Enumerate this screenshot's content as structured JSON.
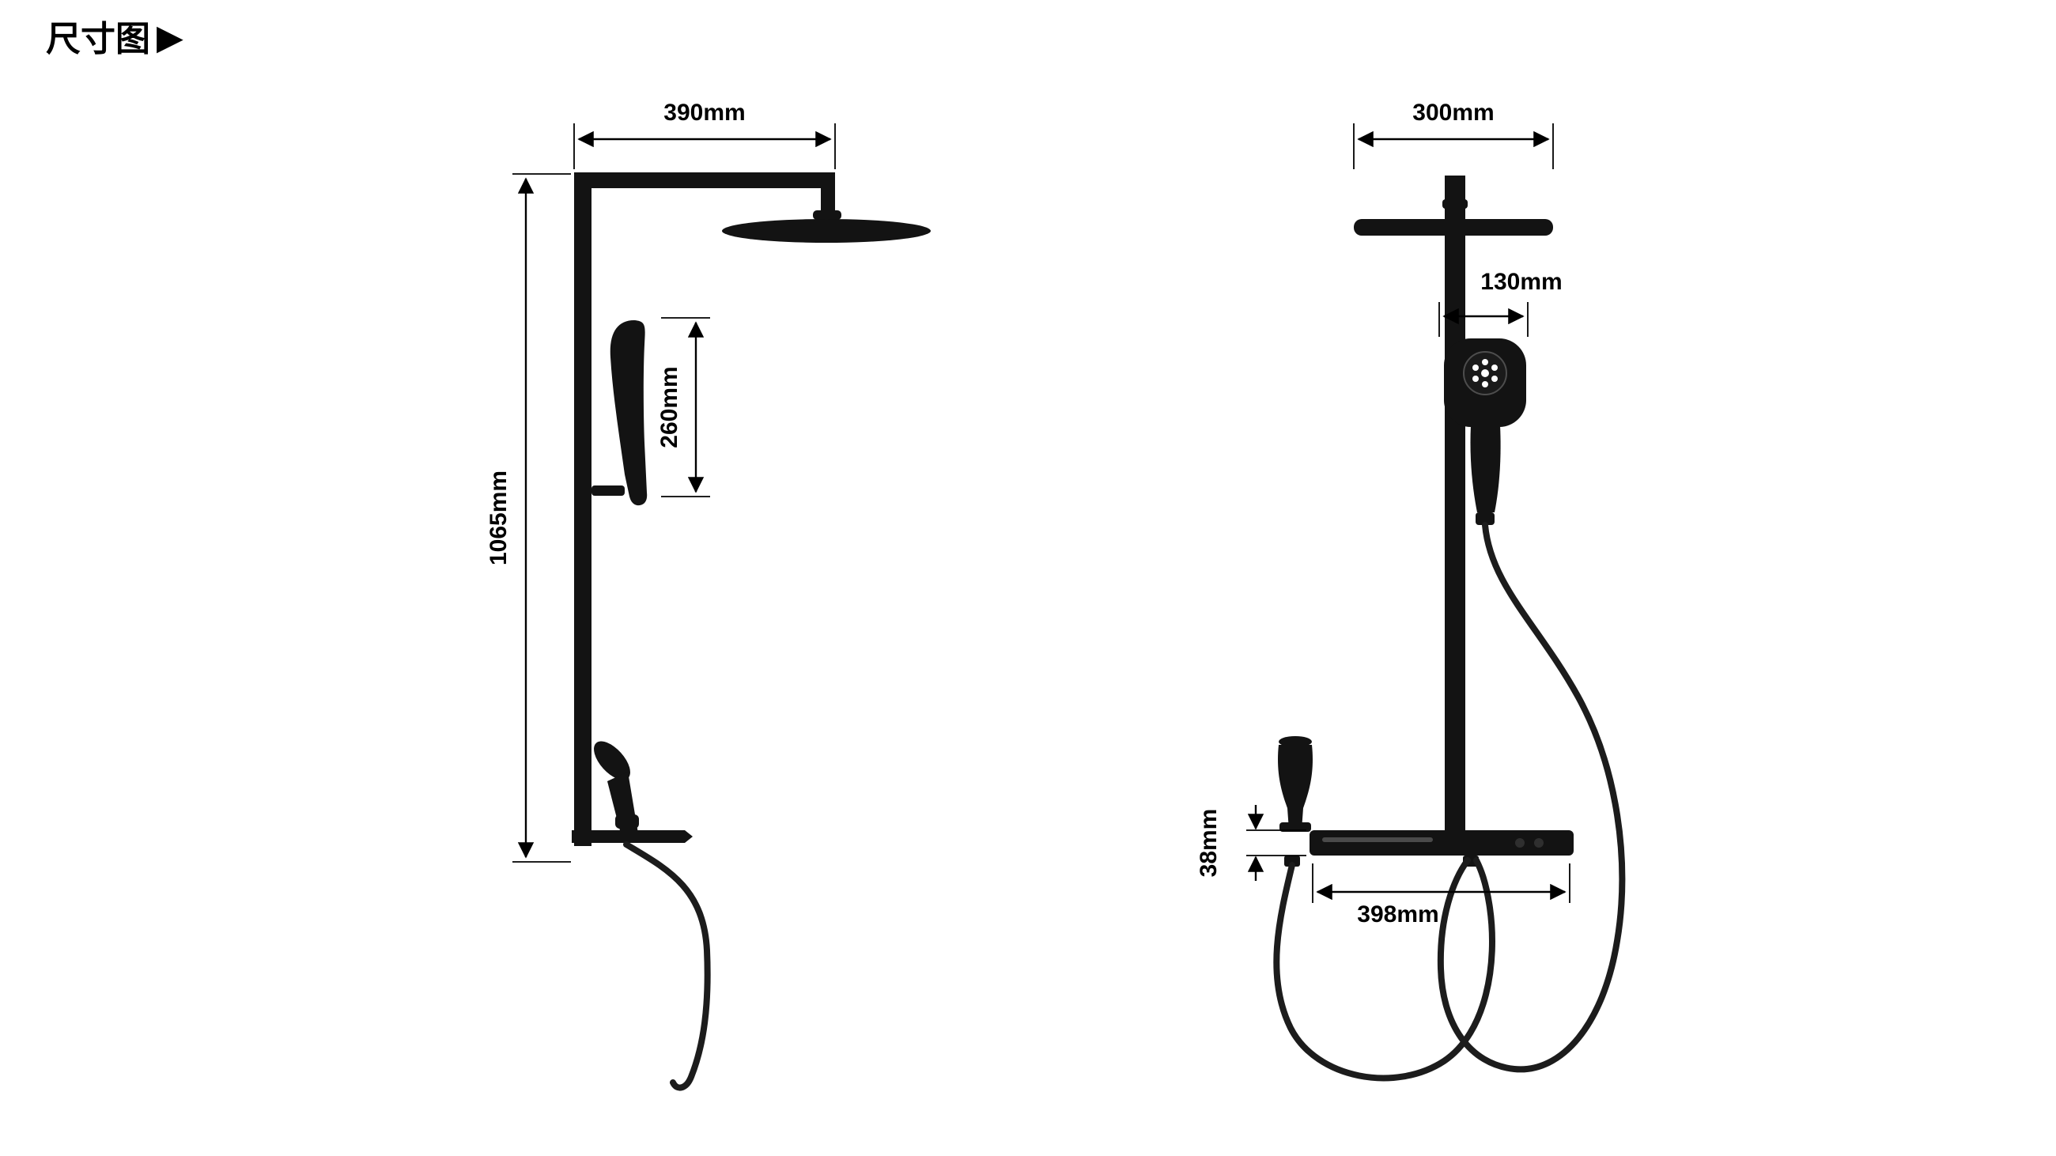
{
  "title": {
    "text": "尺寸图",
    "arrow": "▶"
  },
  "views": {
    "side": {
      "dims": {
        "top_width": "390mm",
        "total_height": "1065mm",
        "hand_shower_length": "260mm"
      }
    },
    "front": {
      "dims": {
        "head_width": "300mm",
        "hand_shower_width": "130mm",
        "shelf_height": "38mm",
        "shelf_width": "398mm"
      }
    }
  }
}
